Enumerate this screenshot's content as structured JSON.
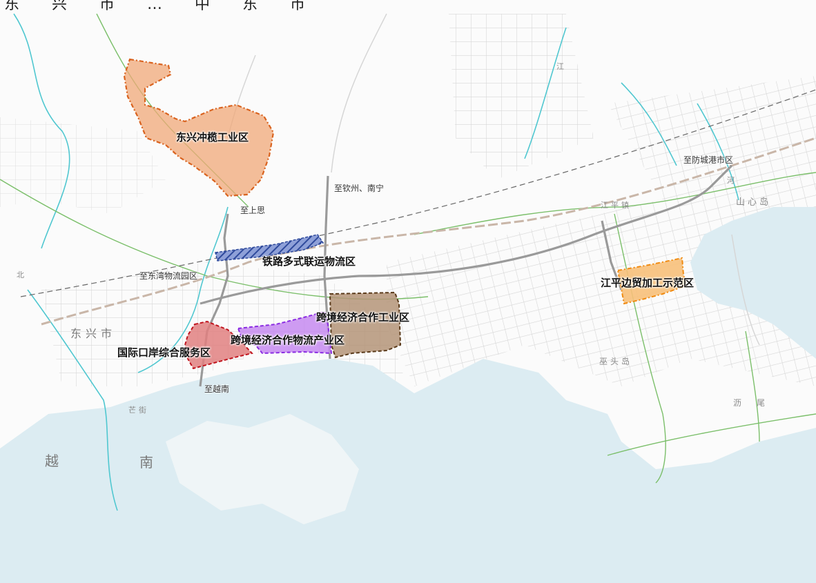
{
  "header": {
    "partial_text": "东 兴 市 … 中 东 市"
  },
  "zones": [
    {
      "id": "dongxing-chonglan",
      "label": "东兴冲榄工业区",
      "fill": "#f0a878",
      "stroke": "#d9621e"
    },
    {
      "id": "railway-logistics",
      "label": "铁路多式联运物流区",
      "fill": "#6f86c9",
      "stroke": "#2f4a9c"
    },
    {
      "id": "crossborder-industrial",
      "label": "跨境经济合作工业区",
      "fill": "#b49478",
      "stroke": "#5a3a1a"
    },
    {
      "id": "crossborder-logistics",
      "label": "跨境经济合作物流产业区",
      "fill": "#c58af0",
      "stroke": "#8a2be2"
    },
    {
      "id": "port-service",
      "label": "国际口岸综合服务区",
      "fill": "#e08080",
      "stroke": "#c0141e"
    },
    {
      "id": "jiangping-border-trade",
      "label": "江平边贸加工示范区",
      "fill": "#f7c07a",
      "stroke": "#f08a10"
    }
  ],
  "directions": {
    "to_shangsi": "至上思",
    "to_qinzhou_nanning": "至钦州、南宁",
    "to_fangchenggang": "至防城港市区",
    "to_dongwan_logistics": "至东湾物流园区",
    "to_vietnam": "至越南"
  },
  "places": {
    "dongxing": "东兴市",
    "vietnam_yue": "越",
    "vietnam_nan": "南",
    "jiangping_town": "江平镇",
    "shanxin_island": "山心岛",
    "wutou_island": "巫头岛",
    "wanwei": "沥尾",
    "mangjie": "芒街",
    "jiang": "江",
    "he": "河",
    "bei": "北"
  },
  "colors": {
    "sea": "#dcecf2",
    "river": "#4fc7d0",
    "road": "#d9d9d9",
    "green_line": "#7bbf6a",
    "expressway": "#9a9a9a",
    "railway": "#666666",
    "planned_highway": "#c9b6a8"
  }
}
